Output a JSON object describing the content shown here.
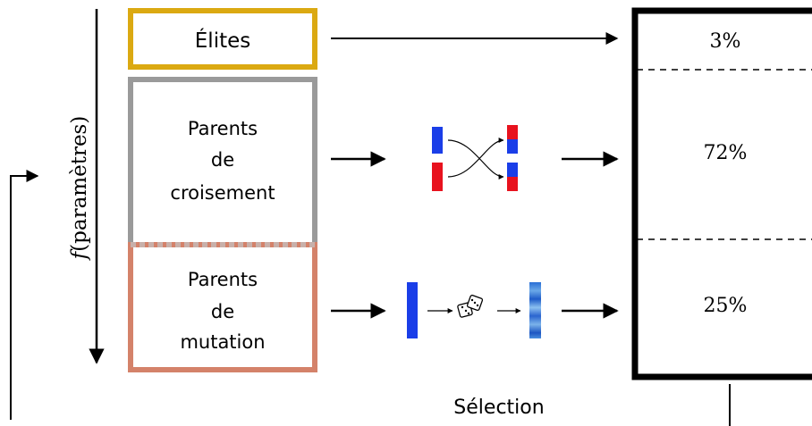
{
  "axis_label_prefix": "f",
  "axis_label_arg": "(paramètres)",
  "groups": {
    "elites": {
      "label": "Élites",
      "color": "#dba912"
    },
    "crossover": {
      "line1": "Parents",
      "line2": "de",
      "line3": "croisement",
      "color": "#9a9a9a"
    },
    "mutation": {
      "line1": "Parents",
      "line2": "de",
      "line3": "mutation",
      "color": "#d4826a"
    }
  },
  "population": {
    "elites_pct": "3%",
    "crossover_pct": "72%",
    "mutation_pct": "25%"
  },
  "selection_label": "Sélection",
  "colors": {
    "gene_blue": "#1a3ee8",
    "gene_red": "#e8121e"
  }
}
